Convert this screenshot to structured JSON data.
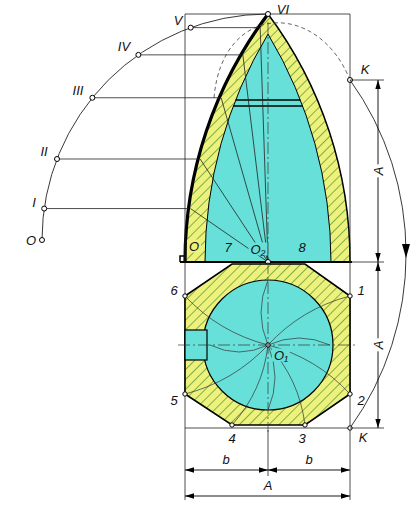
{
  "diagram": {
    "labels": [
      "O",
      "I",
      "II",
      "III",
      "IV",
      "V",
      "VI",
      "K",
      "A",
      "O",
      "7",
      "O₂",
      "8",
      "A",
      "6",
      "1",
      "O₁",
      "5",
      "2",
      "4",
      "3",
      "K",
      "b",
      "b",
      "A"
    ]
  }
}
